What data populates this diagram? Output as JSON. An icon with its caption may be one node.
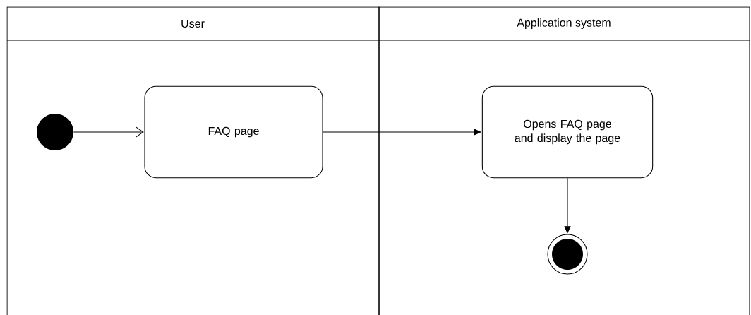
{
  "diagram": {
    "nodes": [
      {
        "text": [
          "User"
        ]
      },
      {
        "text": [
          "Application system"
        ]
      },
      {
        "text": [],
        "shape": "circle",
        "in": 0
      },
      {
        "text": [
          "FAQ page"
        ],
        "in": 0
      },
      {
        "text": [
          "Opens FAQ page and display the page"
        ],
        "in": 1
      },
      {
        "text": [],
        "shape": "circle",
        "in": 1
      }
    ],
    "edges": [
      {
        "from": 2,
        "to": 3,
        "arrow": "to"
      },
      {
        "from": 3,
        "to": 4,
        "arrow": "to"
      },
      {
        "from": 4,
        "to": 5,
        "arrow": "to"
      }
    ]
  }
}
